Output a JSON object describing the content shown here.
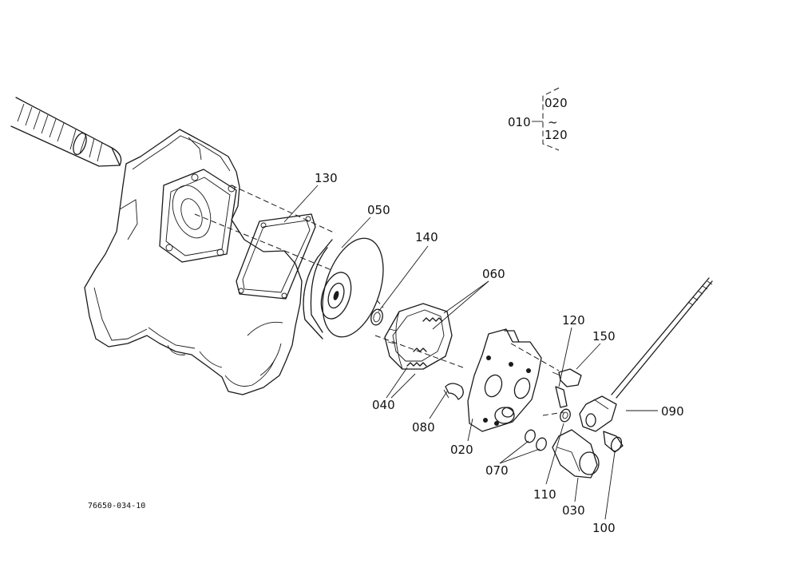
{
  "drawing_code": "76650-034-10",
  "assembly": {
    "main": "010",
    "first": "020",
    "tilde": "~",
    "last": "120"
  },
  "callouts": {
    "c130": "130",
    "c050": "050",
    "c140": "140",
    "c060": "060",
    "c120": "120",
    "c150": "150",
    "c090": "090",
    "c040": "040",
    "c080": "080",
    "c020": "020",
    "c070": "070",
    "c110": "110",
    "c030": "030",
    "c100": "100"
  }
}
